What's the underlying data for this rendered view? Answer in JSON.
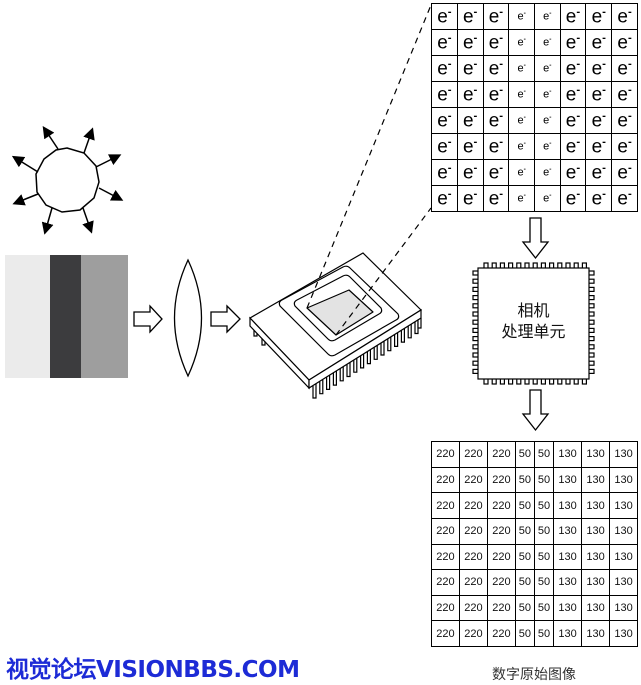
{
  "processor": {
    "line1": "相机",
    "line2": "处理单元"
  },
  "sensor_grid": {
    "symbol": "e",
    "superscript": "-",
    "size_by_column": [
      "big",
      "big",
      "big",
      "small",
      "small",
      "big",
      "big",
      "big"
    ],
    "rows": 8
  },
  "digital_image": {
    "rows": [
      [
        220,
        220,
        220,
        50,
        50,
        130,
        130,
        130
      ],
      [
        220,
        220,
        220,
        50,
        50,
        130,
        130,
        130
      ],
      [
        220,
        220,
        220,
        50,
        50,
        130,
        130,
        130
      ],
      [
        220,
        220,
        220,
        50,
        50,
        130,
        130,
        130
      ],
      [
        220,
        220,
        220,
        50,
        50,
        130,
        130,
        130
      ],
      [
        220,
        220,
        220,
        50,
        50,
        130,
        130,
        130
      ],
      [
        220,
        220,
        220,
        50,
        50,
        130,
        130,
        130
      ],
      [
        220,
        220,
        220,
        50,
        50,
        130,
        130,
        130
      ]
    ],
    "caption": "数字原始图像"
  },
  "scene_stripes": {
    "colors": [
      "#ebebeb",
      "#3c3c3e",
      "#9e9e9e"
    ]
  },
  "watermark": "视觉论坛VISIONBBS.COM"
}
